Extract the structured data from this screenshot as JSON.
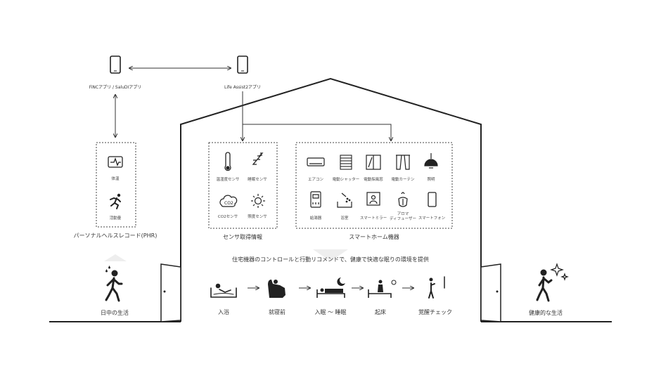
{
  "apps": {
    "left": "FiNCアプリ / SaluDIアプリ",
    "right": "Life Assist2アプリ"
  },
  "phr": {
    "title": "パーソナルヘルスレコード(PHR)",
    "items": [
      {
        "label": "体温",
        "icon": "heart-monitor-icon"
      },
      {
        "label": "活動量",
        "icon": "running-person-icon"
      }
    ]
  },
  "sensors": {
    "title": "センサ取得情報",
    "items": [
      {
        "label": "温湿度センサ",
        "icon": "thermometer-icon"
      },
      {
        "label": "睡眠センサ",
        "icon": "sleep-zzz-icon"
      },
      {
        "label": "CO2センサ",
        "icon": "co2-cloud-icon"
      },
      {
        "label": "照度センサ",
        "icon": "sun-icon"
      }
    ]
  },
  "devices": {
    "title": "スマートホーム機器",
    "items": [
      {
        "label": "エアコン",
        "icon": "air-conditioner-icon"
      },
      {
        "label": "電動シャッター",
        "icon": "shutter-icon"
      },
      {
        "label": "電動採風窓",
        "icon": "window-icon"
      },
      {
        "label": "電動カーテン",
        "icon": "curtain-icon"
      },
      {
        "label": "照明",
        "icon": "pendant-lamp-icon"
      },
      {
        "label": "給湯器",
        "icon": "water-heater-icon"
      },
      {
        "label": "浴室",
        "icon": "bathtub-icon"
      },
      {
        "label": "スマートミラー",
        "icon": "smart-mirror-icon"
      },
      {
        "label": "アロマ\nディフューザー",
        "icon": "aroma-diffuser-icon"
      },
      {
        "label": "スマートフォン",
        "icon": "smartphone-icon"
      }
    ]
  },
  "tagline": "住宅機器のコントロールと行動リコメンドで、健康で快適な眠りの環境を提供",
  "flow": [
    {
      "label": "入浴",
      "icon": "bathing-icon"
    },
    {
      "label": "就寝前",
      "icon": "armchair-relax-icon"
    },
    {
      "label": "入眠 〜 睡眠",
      "icon": "bed-moon-icon"
    },
    {
      "label": "起床",
      "icon": "wake-sun-icon"
    },
    {
      "label": "覚醒チェック",
      "icon": "standing-check-icon"
    }
  ],
  "outside": {
    "left": "日中の生活",
    "right": "健康的な生活"
  }
}
